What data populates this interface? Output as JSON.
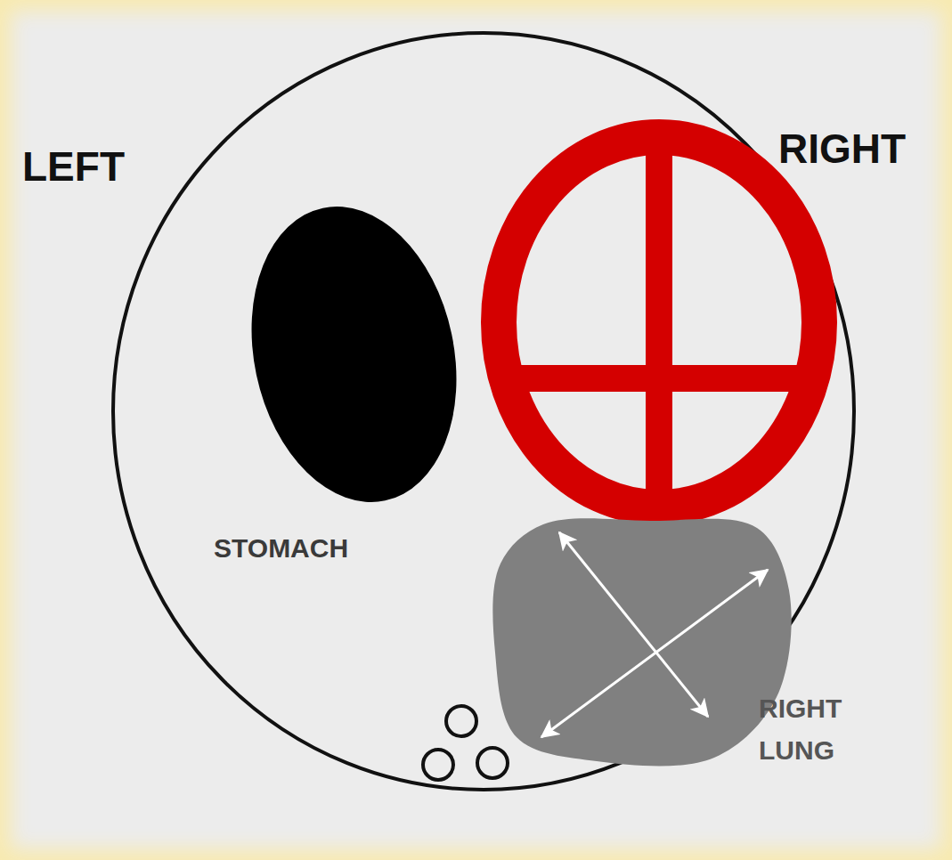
{
  "diagram": {
    "nodes": [
      {
        "text": [
          "STOMACH"
        ]
      },
      {
        "text": [
          "RIGHT LUNG"
        ]
      }
    ],
    "labels": [
      "LEFT",
      "RIGHT"
    ]
  }
}
